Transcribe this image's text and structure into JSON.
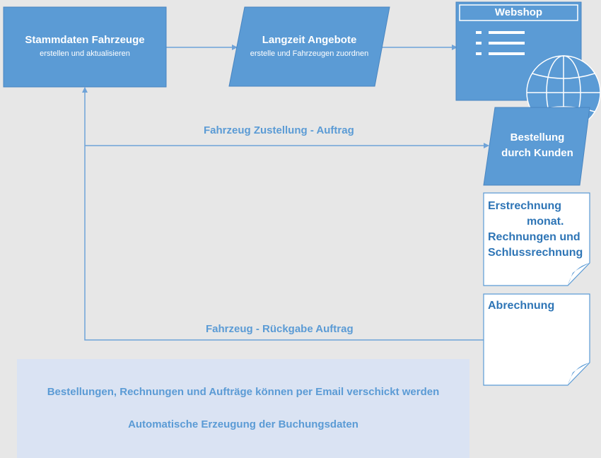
{
  "nodes": {
    "stammdaten": {
      "title": "Stammdaten Fahrzeuge",
      "subtitle": "erstellen und aktualisieren"
    },
    "langzeit": {
      "title": "Langzeit Angebote",
      "subtitle": "erstelle und Fahrzeugen zuordnen"
    },
    "webshop": {
      "title": "Webshop"
    },
    "bestellung": {
      "line1": "Bestellung",
      "line2": "durch Kunden"
    },
    "erstrechnung": {
      "line1": "Erstrechnung",
      "line2": "monat.",
      "line3": "Rechnungen und",
      "line4": "Schlussrechnung"
    },
    "abrechnung": {
      "title": "Abrechnung"
    }
  },
  "edges": {
    "zustellung": "Fahrzeug Zustellung - Auftrag",
    "rueckgabe": "Fahrzeug - Rückgabe Auftrag"
  },
  "note": {
    "line1": "Bestellungen, Rechnungen und Aufträge können per Email verschickt werden",
    "line2": "Automatische Erzeugung der Buchungsdaten"
  },
  "colors": {
    "shape_fill": "#5b9bd5",
    "shape_stroke": "#4a86c1",
    "connector": "#6fa3d8",
    "label_text": "#5b9bd5",
    "document_text": "#2e75b6",
    "note_fill": "#dae3f3",
    "background": "#e7e7e7"
  },
  "icons": [
    "list-icon",
    "globe-icon",
    "arrow-icon"
  ]
}
